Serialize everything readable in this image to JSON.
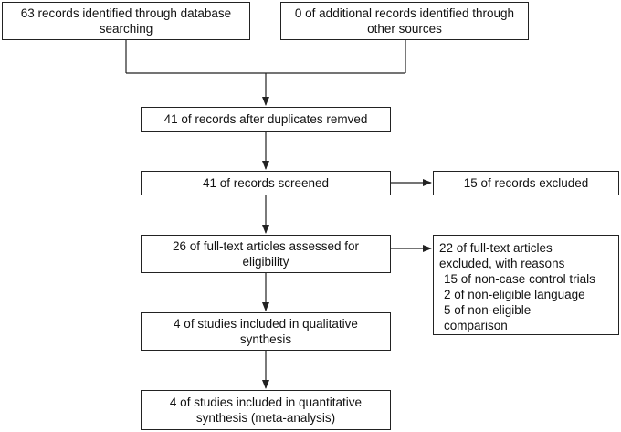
{
  "boxes": {
    "identified_db": "63 records identified through database searching",
    "identified_other": "0 of additional records identified through other sources",
    "after_duplicates": "41 of records after duplicates remved",
    "screened": "41 of records screened",
    "excluded": "15 of records excluded",
    "fulltext_assessed": "26 of full-text articles assessed for eligibility",
    "qualitative": "4 of studies included in qualitative synthesis",
    "quantitative": "4 of studies included in quantitative synthesis (meta-analysis)"
  },
  "exclusion_reasons": {
    "heading_line1": "22 of full-text articles",
    "heading_line2": "excluded, with reasons",
    "reason_1": "15 of non-case control trials",
    "reason_2": "2 of non-eligible language",
    "reason_3_line1": "5 of non-eligible",
    "reason_3_line2": "comparison"
  }
}
